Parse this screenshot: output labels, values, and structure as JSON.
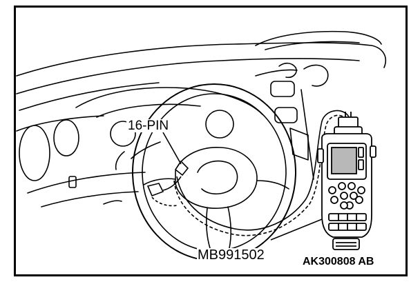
{
  "labels": {
    "connector": "16-PIN",
    "tool": "MB991502",
    "figure_id": "AK300808 AB"
  },
  "colors": {
    "ink": "#000000",
    "paper": "#ffffff",
    "screen": "#b8b8b8"
  },
  "icons": {
    "tool": "handheld-scan-tool-icon",
    "connector": "diagnostic-connector-icon"
  }
}
